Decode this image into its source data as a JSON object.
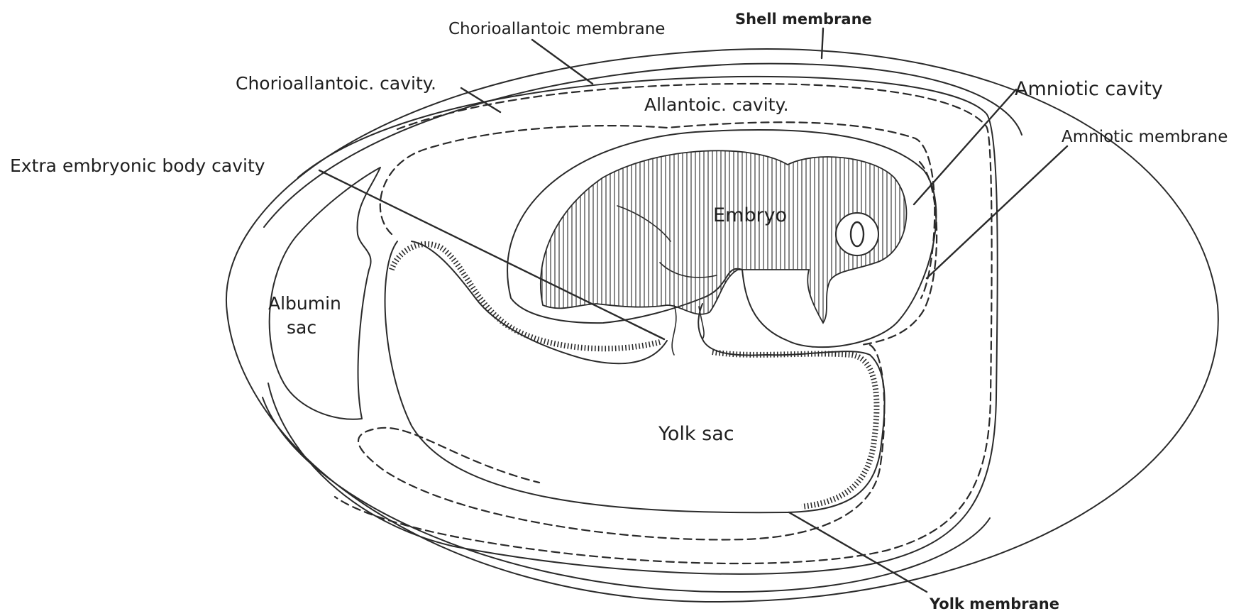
{
  "labels": {
    "shell_membrane": "Shell membrane",
    "chorioallantoic_membrane": "Chorioallantoic membrane",
    "chorioallantoic_cavity": "Chorioallantoic. cavity.",
    "allantoic_cavity": "Allantoic. cavity.",
    "amniotic_cavity": "Amniotic cavity",
    "amniotic_membrane": "Amniotic membrane",
    "extra_embryonic_body_cavity": "Extra embryonic body cavity",
    "embryo": "Embryo",
    "albumin_sac_line1": "Albumin",
    "albumin_sac_line2": "sac",
    "yolk_sac": "Yolk sac",
    "yolk_membrane": "Yolk membrane"
  }
}
